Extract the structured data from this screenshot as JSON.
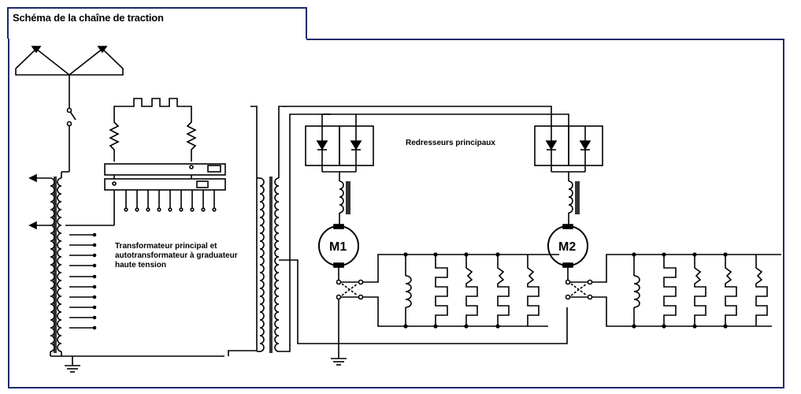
{
  "title": "Schéma de la chaîne de traction",
  "labels": {
    "transformer": [
      "Transformateur principal et",
      "autotransformateur à graduateur",
      "haute tension"
    ],
    "rectifiers": "Redresseurs principaux",
    "motor1": "M1",
    "motor2": "M2"
  },
  "colors": {
    "frame": "#1c2a6b",
    "line": "#000000"
  }
}
